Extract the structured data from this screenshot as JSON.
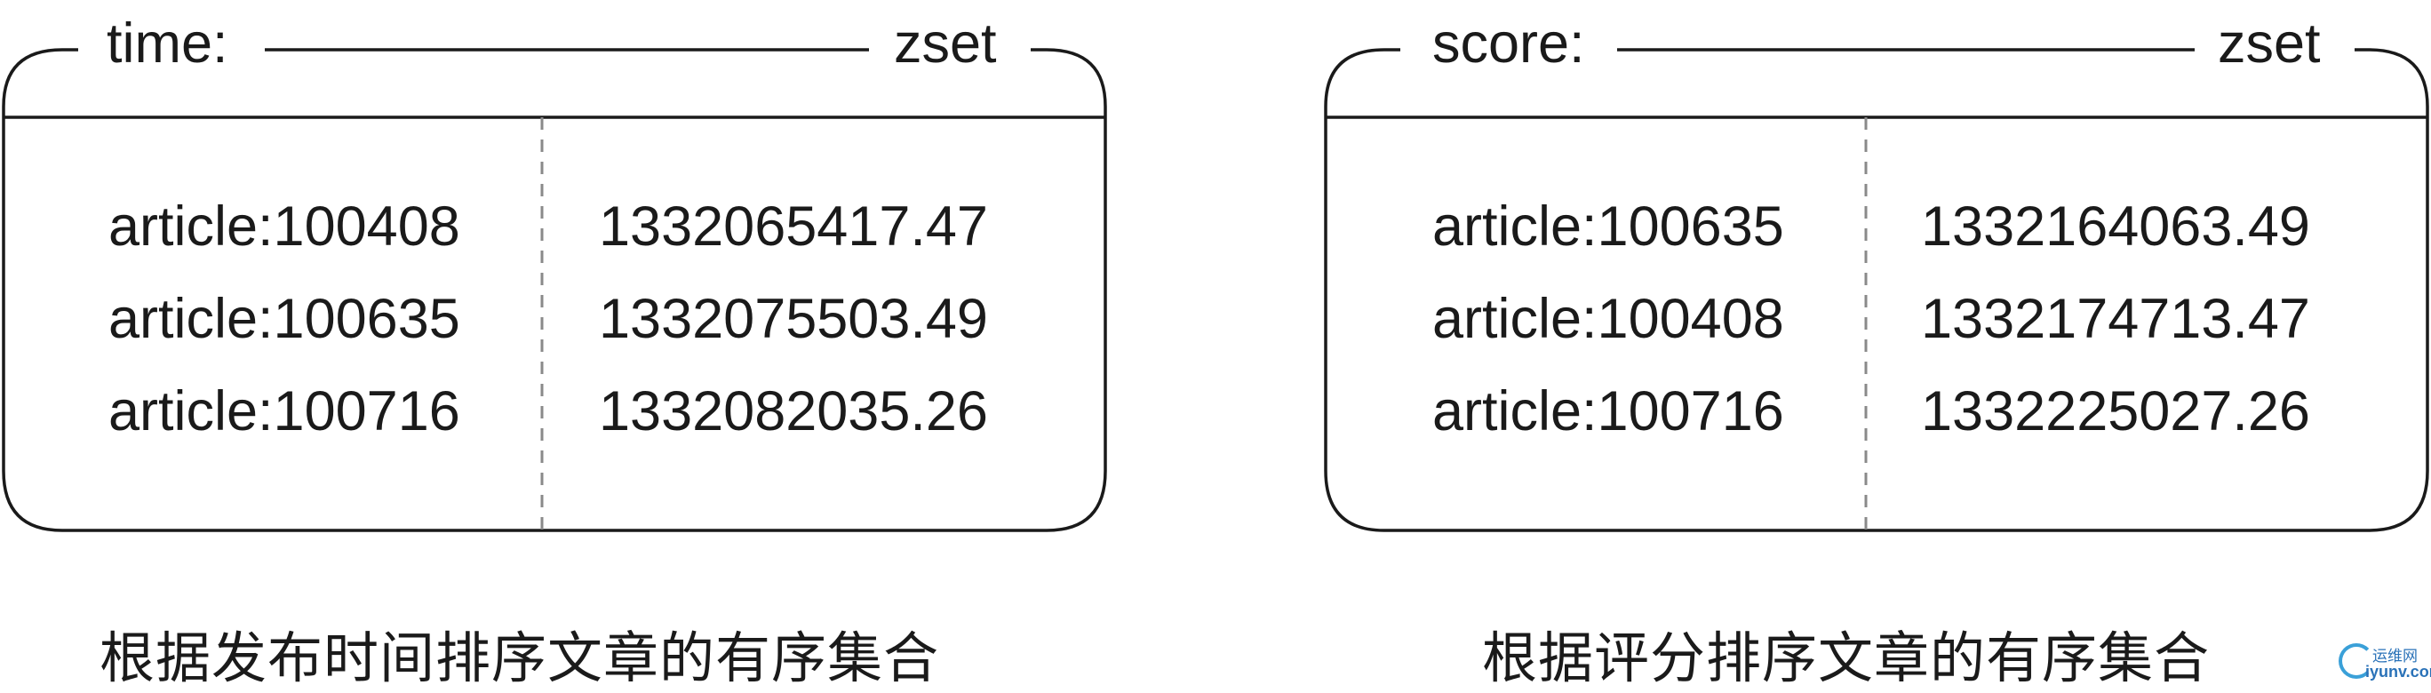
{
  "time_zset": {
    "key_label": "time:",
    "type_label": "zset",
    "rows": [
      {
        "member": "article:100408",
        "score": "1332065417.47"
      },
      {
        "member": "article:100635",
        "score": "1332075503.49"
      },
      {
        "member": "article:100716",
        "score": "1332082035.26"
      }
    ],
    "caption": "根据发布时间排序文章的有序集合"
  },
  "score_zset": {
    "key_label": "score:",
    "type_label": "zset",
    "rows": [
      {
        "member": "article:100635",
        "score": "1332164063.49"
      },
      {
        "member": "article:100408",
        "score": "1332174713.47"
      },
      {
        "member": "article:100716",
        "score": "1332225027.26"
      }
    ],
    "caption": "根据评分排序文章的有序集合"
  },
  "watermark": {
    "top_text": "运维网",
    "bottom_text": "iyunv.com"
  }
}
